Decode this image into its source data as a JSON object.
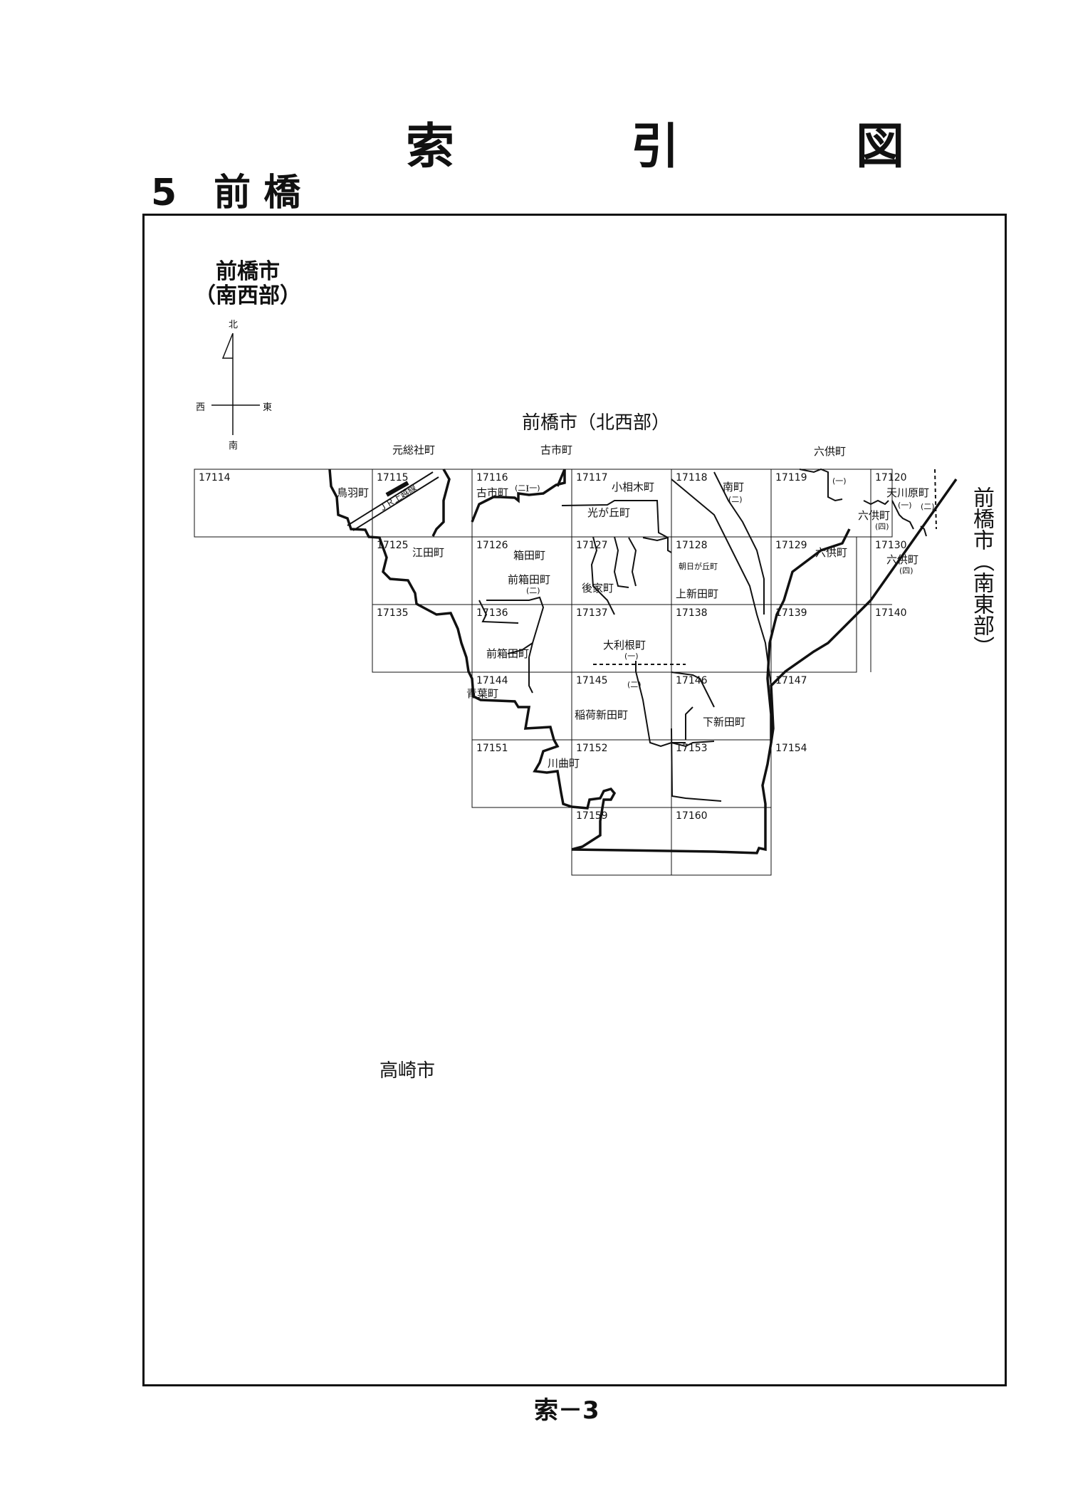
{
  "header": {
    "title": "索　引　図",
    "section": "5　前 橋"
  },
  "footer": {
    "page_label": "索－3"
  },
  "compass": {
    "north": "北",
    "south": "南",
    "east": "東",
    "west": "西"
  },
  "regions": {
    "main_title_line1": "前橋市",
    "main_title_line2": "（南西部）",
    "north_west": "前橋市（北西部）",
    "south_east": "前橋市（南東部）",
    "takasaki": "高崎市"
  },
  "grid_cells": [
    {
      "id": "17114",
      "label": "17114"
    },
    {
      "id": "17115",
      "label": "17115"
    },
    {
      "id": "17116",
      "label": "17116"
    },
    {
      "id": "17117",
      "label": "17117"
    },
    {
      "id": "17118",
      "label": "17118"
    },
    {
      "id": "17119",
      "label": "17119"
    },
    {
      "id": "17120",
      "label": "17120"
    },
    {
      "id": "17125",
      "label": "17125"
    },
    {
      "id": "17126",
      "label": "17126"
    },
    {
      "id": "17127",
      "label": "17127"
    },
    {
      "id": "17128",
      "label": "17128"
    },
    {
      "id": "17129",
      "label": "17129"
    },
    {
      "id": "17130",
      "label": "17130"
    },
    {
      "id": "17135",
      "label": "17135"
    },
    {
      "id": "17136",
      "label": "17136"
    },
    {
      "id": "17137",
      "label": "17137"
    },
    {
      "id": "17138",
      "label": "17138"
    },
    {
      "id": "17139",
      "label": "17139"
    },
    {
      "id": "17140",
      "label": "17140"
    },
    {
      "id": "17144",
      "label": "17144"
    },
    {
      "id": "17145",
      "label": "17145"
    },
    {
      "id": "17146",
      "label": "17146"
    },
    {
      "id": "17147",
      "label": "17147"
    },
    {
      "id": "17151",
      "label": "17151"
    },
    {
      "id": "17152",
      "label": "17152"
    },
    {
      "id": "17153",
      "label": "17153"
    },
    {
      "id": "17154",
      "label": "17154"
    },
    {
      "id": "17159",
      "label": "17159"
    },
    {
      "id": "17160",
      "label": "17160"
    }
  ],
  "towns": {
    "motosoja": "元総社町",
    "furuichi_top": "古市町",
    "toba": "鳥羽町",
    "jr_line": "ＪＲ上越線",
    "furuichi": "古市町",
    "koaigi": "小相木町",
    "minami": "南町",
    "minami_sub": "(二)",
    "mukai_top": "六供町",
    "mukai_top_sub": "(一)",
    "amagawara": "天川原町",
    "amagawara_sub1": "(一)",
    "amagawara_sub2": "(二)",
    "mukai_4": "六供町",
    "mukai_4_sub": "(四)",
    "kogaoka": "光が丘町",
    "eda": "江田町",
    "hakoda": "箱田町",
    "asahigaoka": "朝日が丘町",
    "mukai_mid": "六供町",
    "mukai_right": "六供町",
    "mukai_right_sub": "(四)",
    "maehakoda_top": "前箱田町",
    "maehakoda_top_sub": "(二)",
    "goke": "後家町",
    "kamishinden": "上新田町",
    "otone": "大利根町",
    "otone_sub": "(一)",
    "maehakoda": "前箱田町",
    "aoba": "青葉町",
    "cell17145_sub": "(二)",
    "inarishinden": "稲荷新田町",
    "shimoshinden": "下新田町",
    "kawamagari": "川曲町",
    "furuichi_sub1": "(二)",
    "furuichi_sub2": "(一)"
  }
}
